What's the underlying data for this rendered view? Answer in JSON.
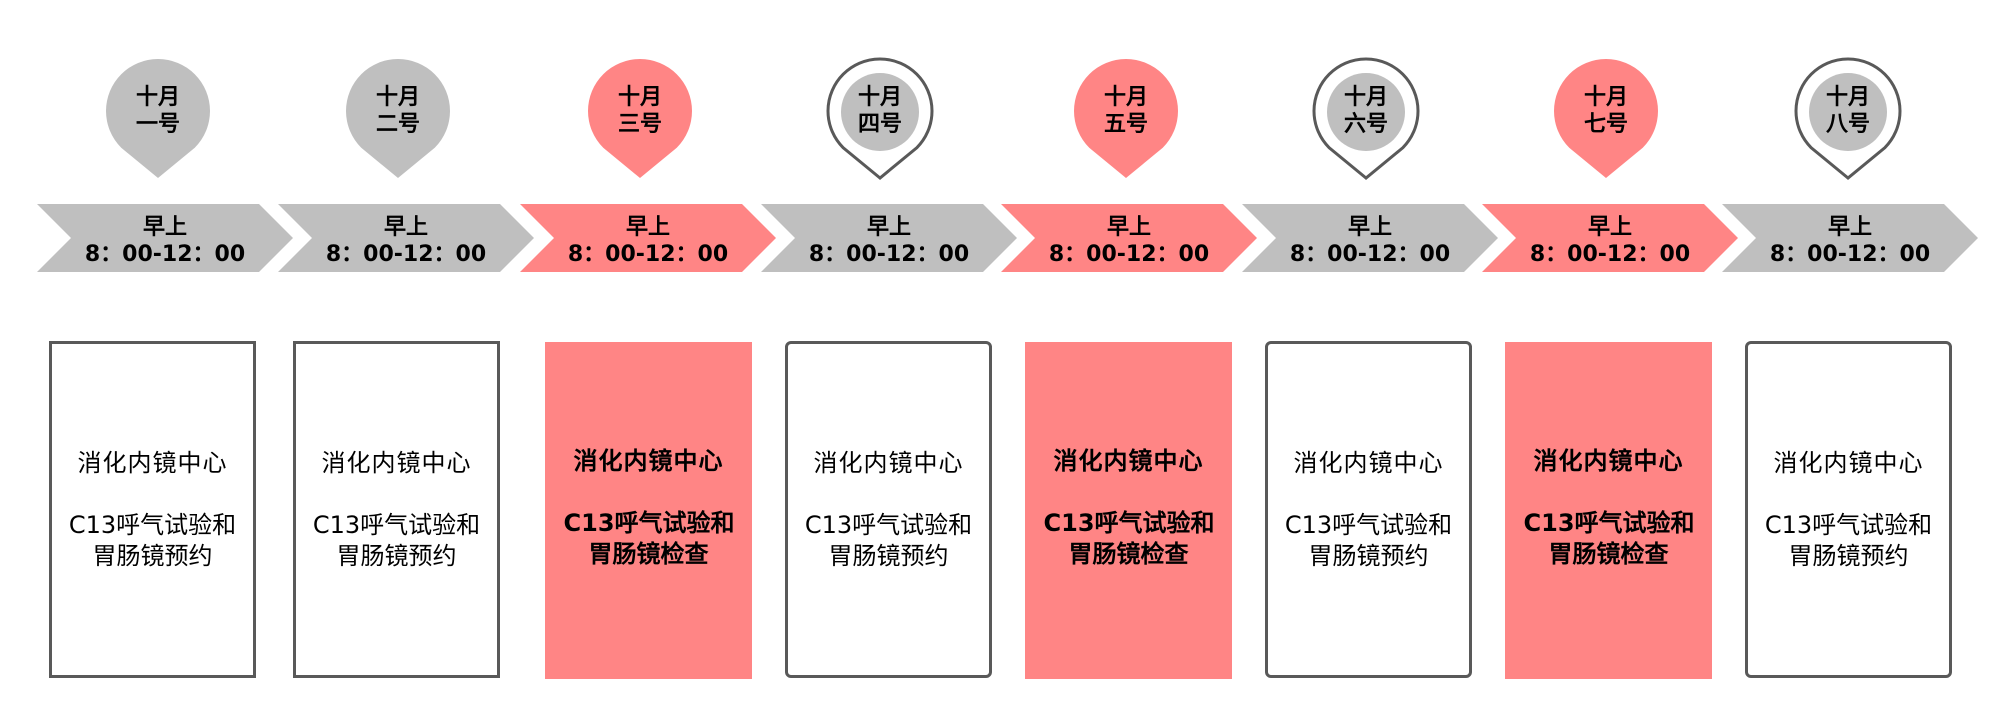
{
  "colors": {
    "highlight": "#FF8585",
    "neutral": "#BFBFBF",
    "outline": "#595959",
    "text": "#000000"
  },
  "days": [
    {
      "date_line1": "十月",
      "date_line2": "一号",
      "pin_style": "filled-gray",
      "session": "早上",
      "time": "8：00-12：00",
      "highlight": false,
      "card_style": "outline-square",
      "department": "消化内镜中心",
      "desc_line1": "C13呼气试验和",
      "desc_line2": "胃肠镜预约"
    },
    {
      "date_line1": "十月",
      "date_line2": "二号",
      "pin_style": "filled-gray",
      "session": "早上",
      "time": "8：00-12：00",
      "highlight": false,
      "card_style": "outline-square",
      "department": "消化内镜中心",
      "desc_line1": "C13呼气试验和",
      "desc_line2": "胃肠镜预约"
    },
    {
      "date_line1": "十月",
      "date_line2": "三号",
      "pin_style": "filled-pink",
      "session": "早上",
      "time": "8：00-12：00",
      "highlight": true,
      "card_style": "filled",
      "department": "消化内镜中心",
      "desc_line1": "C13呼气试验和",
      "desc_line2": "胃肠镜检查"
    },
    {
      "date_line1": "十月",
      "date_line2": "四号",
      "pin_style": "outlined",
      "session": "早上",
      "time": "8：00-12：00",
      "highlight": false,
      "card_style": "outline-rounded",
      "department": "消化内镜中心",
      "desc_line1": "C13呼气试验和",
      "desc_line2": "胃肠镜预约"
    },
    {
      "date_line1": "十月",
      "date_line2": "五号",
      "pin_style": "filled-pink",
      "session": "早上",
      "time": "8：00-12：00",
      "highlight": true,
      "card_style": "filled",
      "department": "消化内镜中心",
      "desc_line1": "C13呼气试验和",
      "desc_line2": "胃肠镜检查"
    },
    {
      "date_line1": "十月",
      "date_line2": "六号",
      "pin_style": "outlined",
      "session": "早上",
      "time": "8：00-12：00",
      "highlight": false,
      "card_style": "outline-rounded",
      "department": "消化内镜中心",
      "desc_line1": "C13呼气试验和",
      "desc_line2": "胃肠镜预约"
    },
    {
      "date_line1": "十月",
      "date_line2": "七号",
      "pin_style": "filled-pink",
      "session": "早上",
      "time": "8：00-12：00",
      "highlight": true,
      "card_style": "filled",
      "department": "消化内镜中心",
      "desc_line1": "C13呼气试验和",
      "desc_line2": "胃肠镜检查"
    },
    {
      "date_line1": "十月",
      "date_line2": "八号",
      "pin_style": "outlined",
      "session": "早上",
      "time": "8：00-12：00",
      "highlight": false,
      "card_style": "outline-rounded",
      "department": "消化内镜中心",
      "desc_line1": "C13呼气试验和",
      "desc_line2": "胃肠镜预约"
    }
  ]
}
